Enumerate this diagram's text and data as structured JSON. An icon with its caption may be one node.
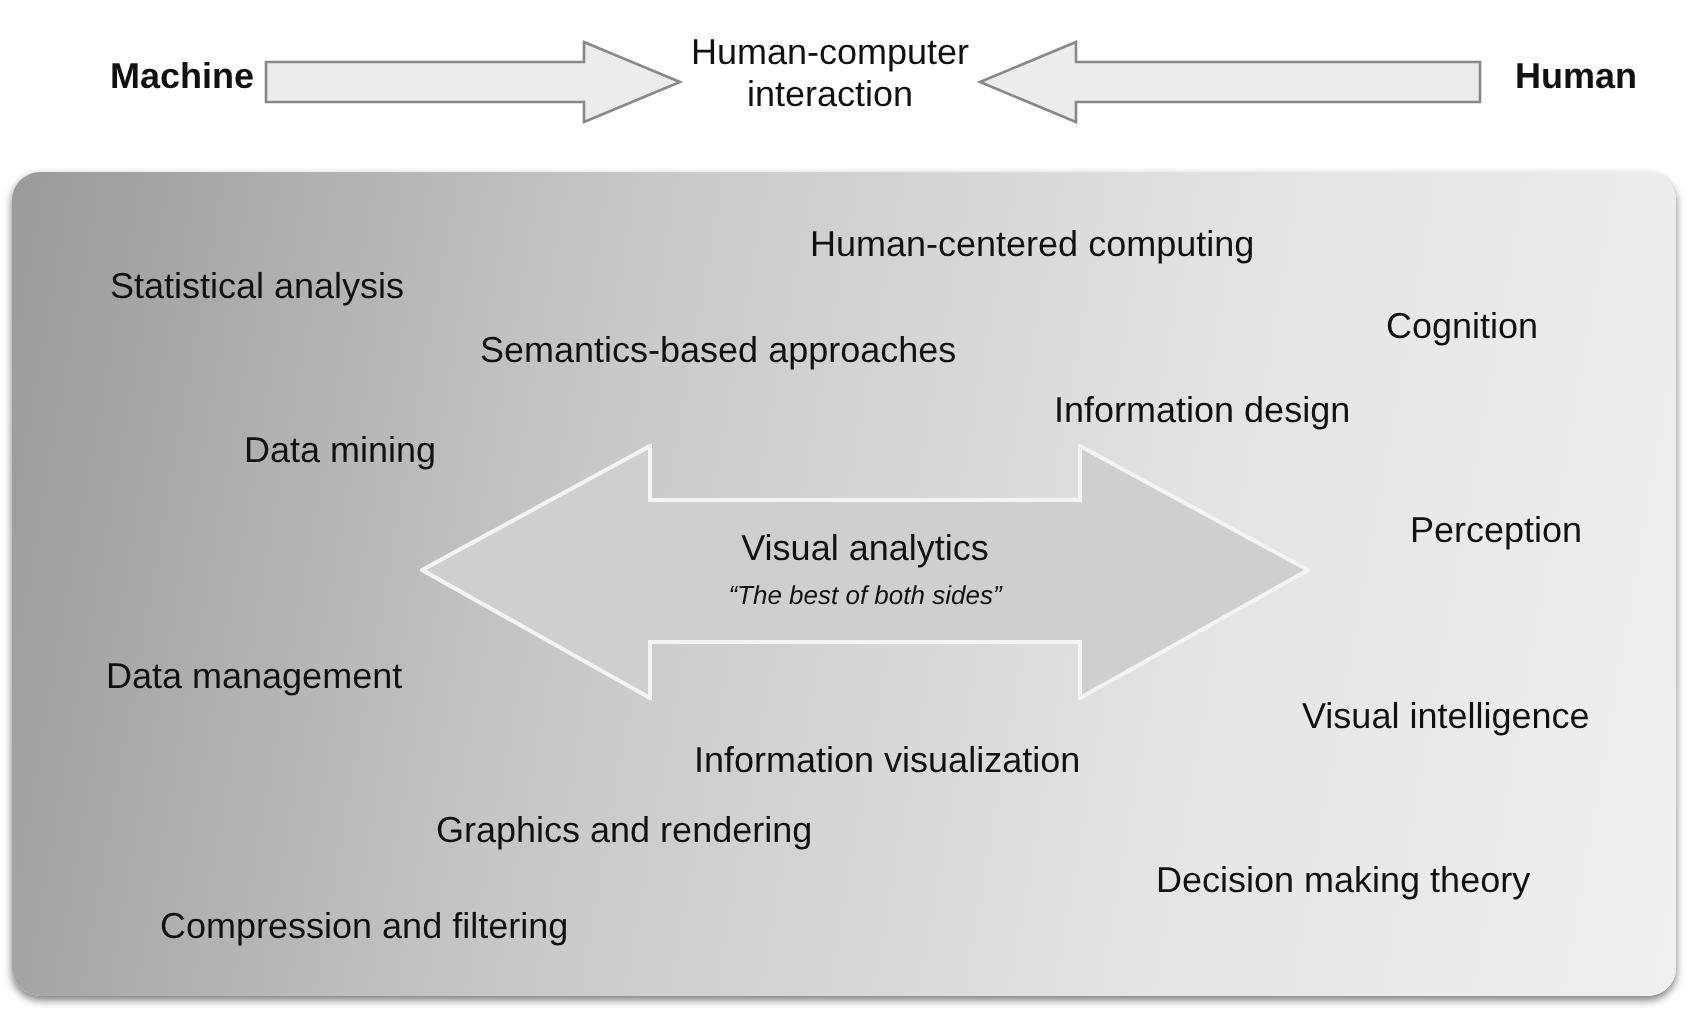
{
  "diagram": {
    "nodes": [
      {
        "text": [
          "Machine"
        ]
      },
      {
        "text": [
          "Human-computer interaction"
        ]
      },
      {
        "text": [
          "Human"
        ]
      },
      {
        "text": [
          "Visual analytics",
          "“The best of both sides”"
        ]
      }
    ],
    "edges": [
      {
        "from": 0,
        "to": 1,
        "arrow": "to"
      },
      {
        "from": 2,
        "to": 1,
        "arrow": "to"
      }
    ],
    "labels": [
      "Human-centered computing",
      "Statistical analysis",
      "Cognition",
      "Semantics-based approaches",
      "Information design",
      "Data mining",
      "Perception",
      "Data management",
      "Visual intelligence",
      "Information visualization",
      "Graphics and rendering",
      "Decision making theory",
      "Compression and filtering"
    ]
  }
}
